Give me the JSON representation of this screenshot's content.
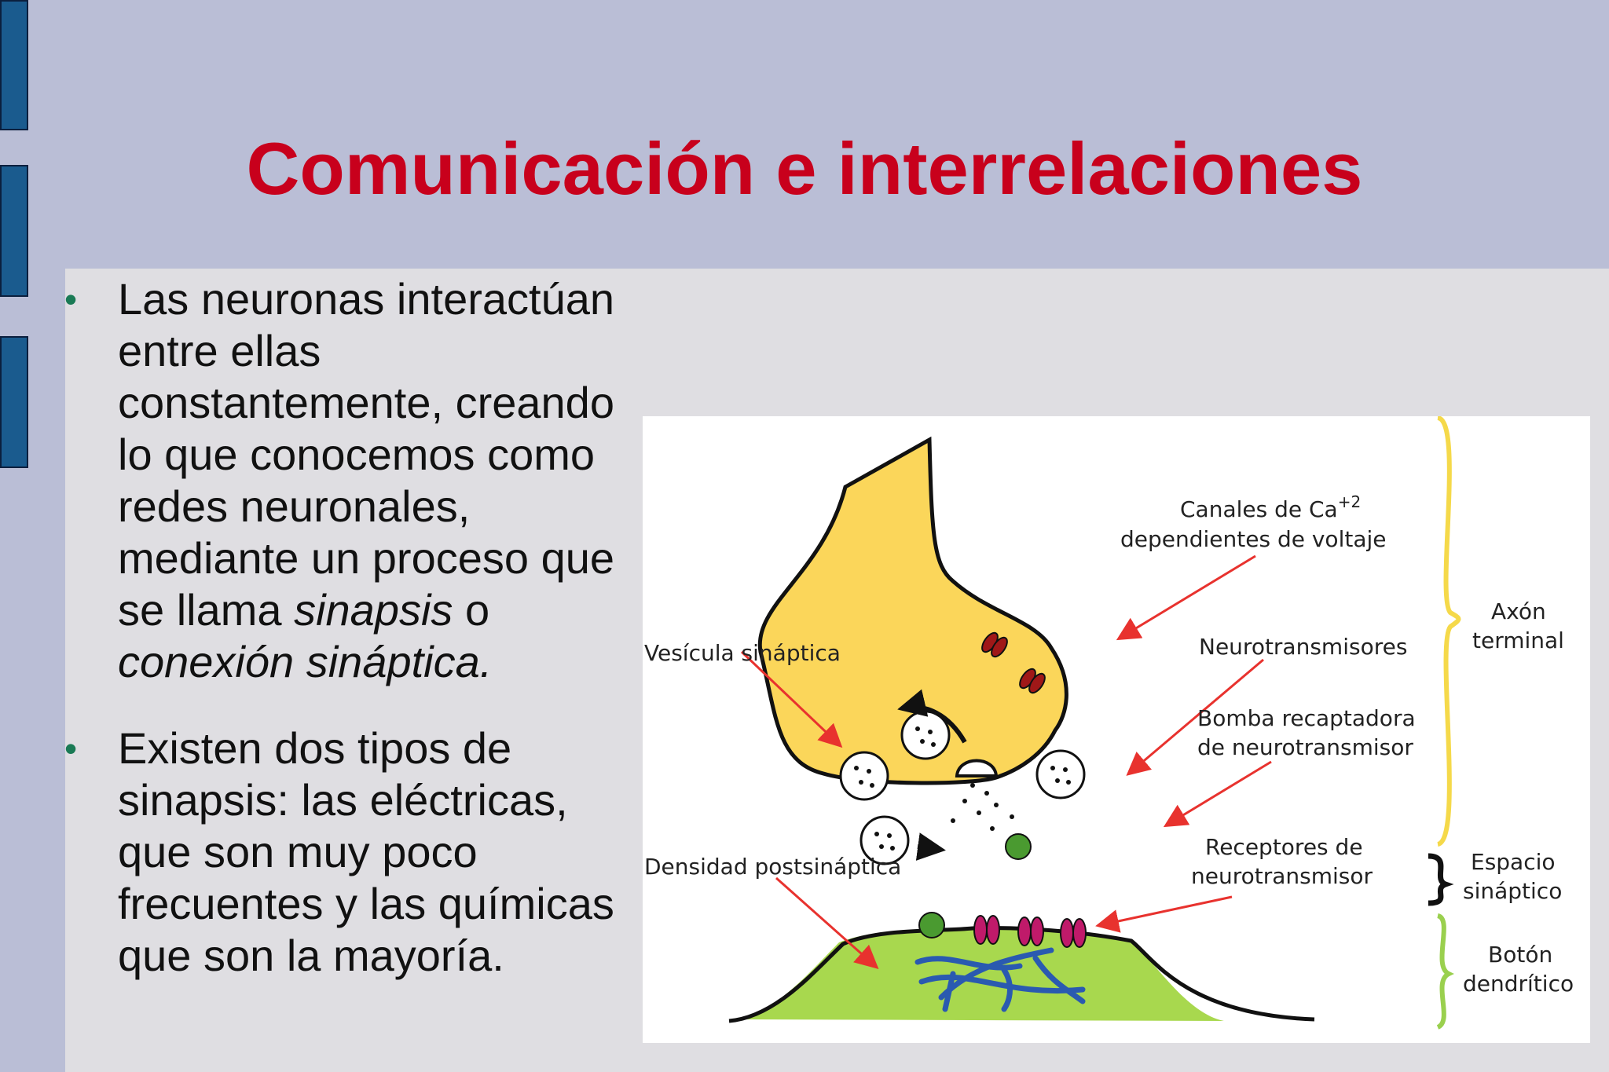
{
  "slide": {
    "title": "Comunicación e interrelaciones",
    "bullets": [
      {
        "text_before": "Las neuronas interactúan entre ellas constantemente, creando lo que conocemos como redes neuronales, mediante un proceso que se llama ",
        "italic_1": "sinapsis",
        "text_middle": " o ",
        "italic_2": "conexión sináptica."
      },
      {
        "text": " Existen dos tipos de sinapsis: las eléctricas, que son muy poco frecuentes y las químicas que son la mayoría."
      }
    ]
  },
  "diagram": {
    "labels": {
      "canales_line1": "Canales de Ca",
      "canales_sup": "+2",
      "canales_line2": "dependientes de voltaje",
      "vesicula": "Vesícula sináptica",
      "neurotransmisores": "Neurotransmisores",
      "bomba_line1": "Bomba recaptadora",
      "bomba_line2": "de neurotransmisor",
      "densidad": "Densidad postsináptica",
      "receptores_line1": "Receptores de",
      "receptores_line2": "neurotransmisor",
      "axon_line1": "Axón",
      "axon_line2": "terminal",
      "espacio_line1": "Espacio",
      "espacio_line2": "sináptico",
      "boton_line1": "Botón",
      "boton_line2": "dendrítico"
    },
    "colors": {
      "axon_fill": "#fbd65a",
      "dendrite_fill": "#a8d84e",
      "arrow": "#e8322e",
      "channel": "#a01818",
      "receptor": "#c01a6a",
      "pump": "#4a9a30",
      "filament": "#2a5ab0",
      "axon_brace": "#f5d94a",
      "dendrite_brace": "#9ad04e"
    }
  }
}
